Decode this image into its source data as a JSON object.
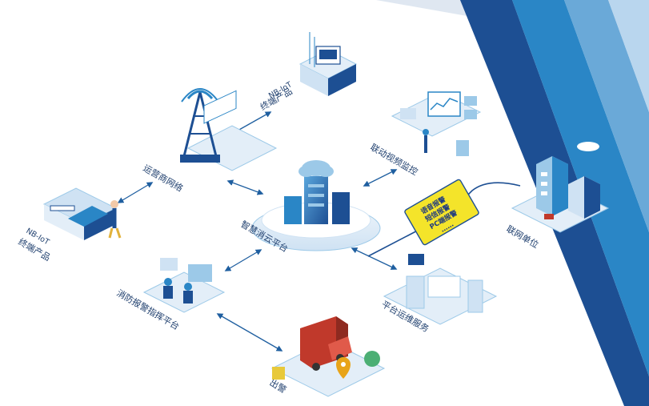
{
  "nodes": {
    "nbiot_top": {
      "line1": "NB-IoT",
      "line2": "终端产品"
    },
    "carrier": {
      "label": "运营商网络"
    },
    "nbiot_left": {
      "line1": "NB-IoT",
      "line2": "终端产品"
    },
    "linkage": {
      "label": "联动视频监控"
    },
    "platform": {
      "label": "智慧消云平台"
    },
    "fire_dispatch": {
      "label": "消防报警指挥平台"
    },
    "unit": {
      "label": "联网单位"
    },
    "ops_service": {
      "label": "平台运维服务"
    },
    "alarm_out": {
      "label": "出警"
    }
  },
  "callout": {
    "lines": [
      "语音报警",
      "短信报警",
      "PC端报警"
    ],
    "more": "……"
  },
  "colors": {
    "navy": "#1d4f93",
    "blue": "#2a86c6",
    "light_blue": "#9cc9e8",
    "pale_blue": "#d7e7f5",
    "callout_yellow": "#f4e42a",
    "truck_red": "#c0392b",
    "arrow": "#1f5fa0"
  },
  "icons": [
    "antenna-tower-icon",
    "terminal-device-icon",
    "server-rack-icon",
    "cloud-platform-icon",
    "monitor-dashboard-icon",
    "operator-desk-icon",
    "building-icon",
    "fire-truck-icon",
    "map-pin-icon"
  ]
}
